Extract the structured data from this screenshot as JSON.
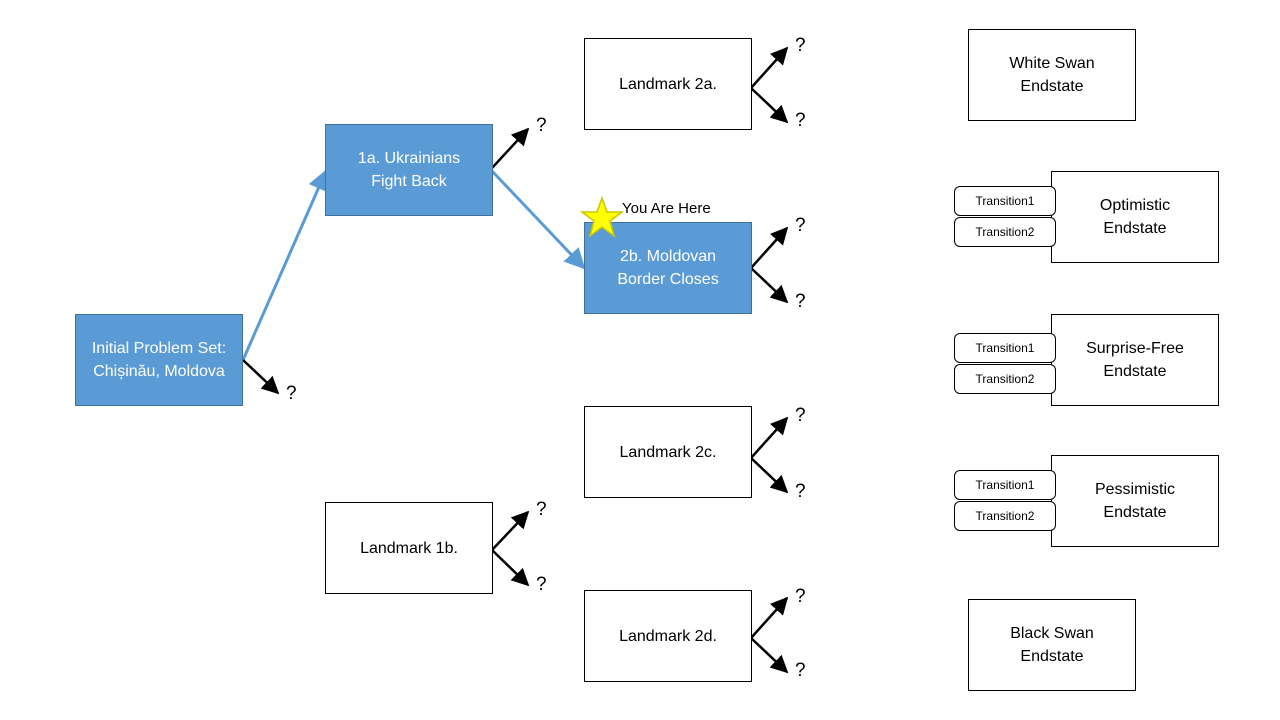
{
  "colors": {
    "accent": "#5b9bd5",
    "accent_border": "#41719c",
    "star": "#ffff00",
    "star_border": "#c8c800"
  },
  "nodes": {
    "initial": "Initial Problem Set:\nChișinău, Moldova",
    "l1a": "1a. Ukrainians\nFight Back",
    "l1b": "Landmark 1b.",
    "l2a": "Landmark 2a.",
    "l2b": "2b. Moldovan\nBorder Closes",
    "l2c": "Landmark 2c.",
    "l2d": "Landmark 2d."
  },
  "endstates": {
    "white_swan": "White Swan\nEndstate",
    "optimistic": "Optimistic\nEndstate",
    "surprise_free": "Surprise-Free\nEndstate",
    "pessimistic": "Pessimistic\nEndstate",
    "black_swan": "Black Swan\nEndstate"
  },
  "transitions": {
    "t1": "Transition1",
    "t2": "Transition2"
  },
  "marker": {
    "label": "You Are Here",
    "icon": "star-icon"
  },
  "unknown": "?"
}
